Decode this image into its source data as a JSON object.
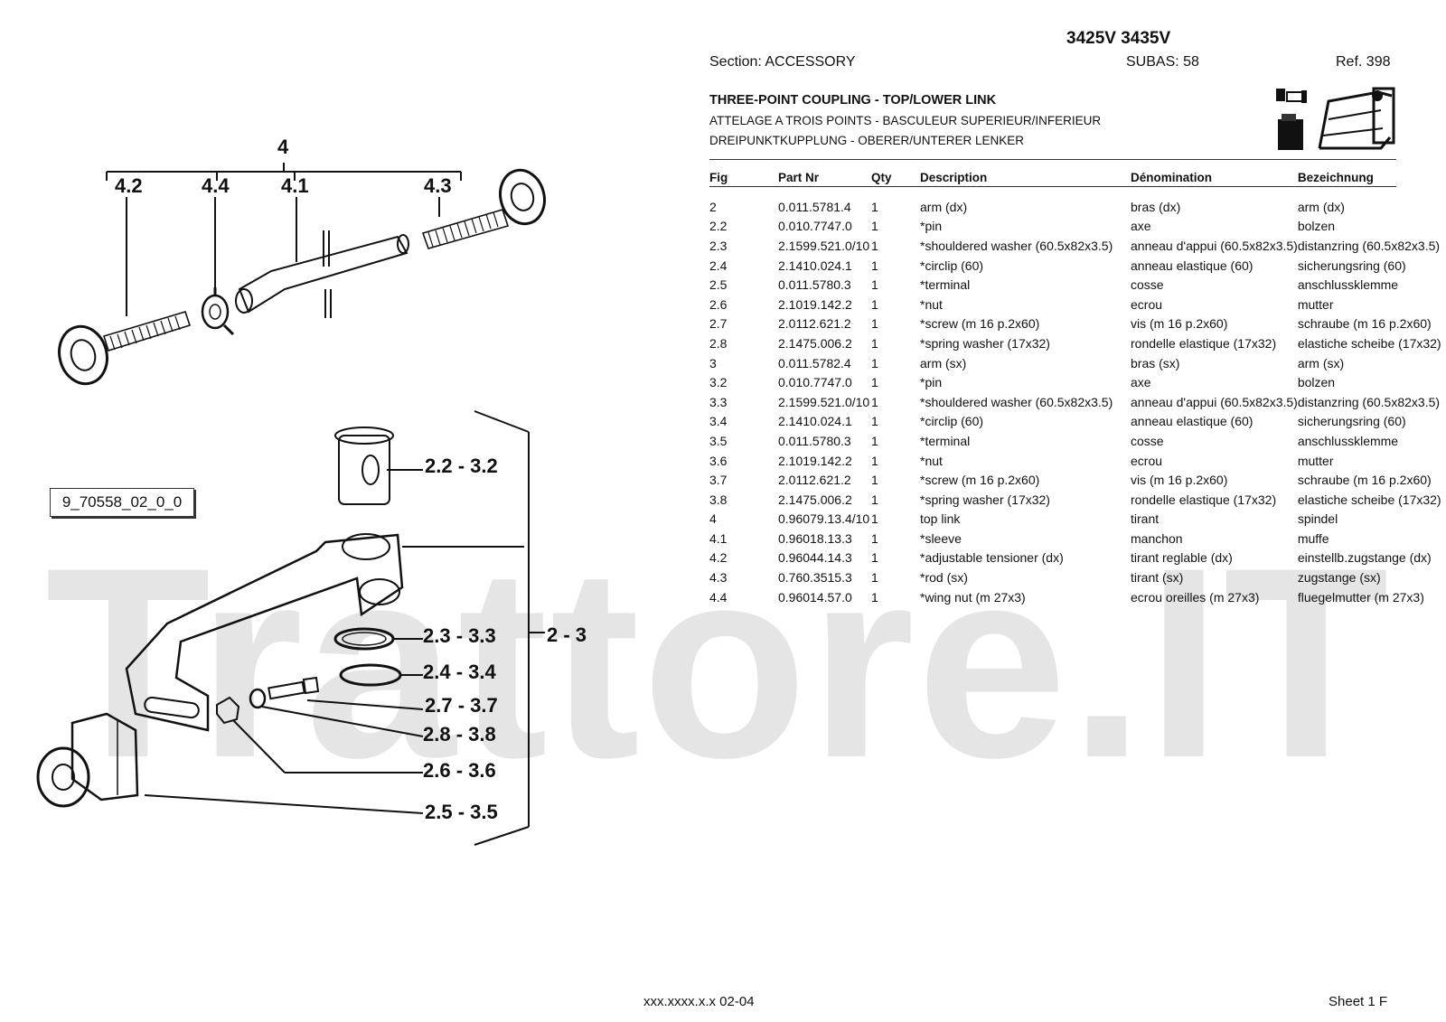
{
  "header": {
    "model": "3425V 3435V",
    "section": "Section: ACCESSORY",
    "subas": "SUBAS: 58",
    "ref": "Ref. 398"
  },
  "title": {
    "en": "THREE-POINT COUPLING - TOP/LOWER LINK",
    "fr": "ATTELAGE A TROIS POINTS - BASCULEUR SUPERIEUR/INFERIEUR",
    "de": "DREIPUNKTKUPPLUNG - OBERER/UNTERER LENKER"
  },
  "table": {
    "headers": [
      "Fig",
      "Part Nr",
      "Qty",
      "Description",
      "Dénomination",
      "Bezeichnung"
    ],
    "rows": [
      [
        "2",
        "0.011.5781.4",
        "1",
        "arm (dx)",
        "bras (dx)",
        "arm (dx)"
      ],
      [
        "2.2",
        "0.010.7747.0",
        "1",
        "*pin",
        "axe",
        "bolzen"
      ],
      [
        "2.3",
        "2.1599.521.0/10",
        "1",
        "*shouldered washer (60.5x82x3.5)",
        "anneau d'appui (60.5x82x3.5)",
        "distanzring (60.5x82x3.5)"
      ],
      [
        "2.4",
        "2.1410.024.1",
        "1",
        "*circlip (60)",
        "anneau elastique (60)",
        "sicherungsring (60)"
      ],
      [
        "2.5",
        "0.011.5780.3",
        "1",
        "*terminal",
        "cosse",
        "anschlussklemme"
      ],
      [
        "2.6",
        "2.1019.142.2",
        "1",
        "*nut",
        "ecrou",
        "mutter"
      ],
      [
        "2.7",
        "2.0112.621.2",
        "1",
        "*screw (m 16 p.2x60)",
        "vis (m 16 p.2x60)",
        "schraube (m 16 p.2x60)"
      ],
      [
        "2.8",
        "2.1475.006.2",
        "1",
        "*spring washer (17x32)",
        "rondelle elastique (17x32)",
        "elastiche scheibe (17x32)"
      ],
      [
        "3",
        "0.011.5782.4",
        "1",
        "arm (sx)",
        "bras (sx)",
        "arm (sx)"
      ],
      [
        "3.2",
        "0.010.7747.0",
        "1",
        "*pin",
        "axe",
        "bolzen"
      ],
      [
        "3.3",
        "2.1599.521.0/10",
        "1",
        "*shouldered washer (60.5x82x3.5)",
        "anneau d'appui (60.5x82x3.5)",
        "distanzring (60.5x82x3.5)"
      ],
      [
        "3.4",
        "2.1410.024.1",
        "1",
        "*circlip (60)",
        "anneau elastique (60)",
        "sicherungsring (60)"
      ],
      [
        "3.5",
        "0.011.5780.3",
        "1",
        "*terminal",
        "cosse",
        "anschlussklemme"
      ],
      [
        "3.6",
        "2.1019.142.2",
        "1",
        "*nut",
        "ecrou",
        "mutter"
      ],
      [
        "3.7",
        "2.0112.621.2",
        "1",
        "*screw (m 16 p.2x60)",
        "vis (m 16 p.2x60)",
        "schraube (m 16 p.2x60)"
      ],
      [
        "3.8",
        "2.1475.006.2",
        "1",
        "*spring washer (17x32)",
        "rondelle elastique (17x32)",
        "elastiche scheibe (17x32)"
      ],
      [
        "4",
        "0.96079.13.4/10",
        "1",
        "top link",
        "tirant",
        "spindel"
      ],
      [
        "4.1",
        "0.96018.13.3",
        "1",
        "*sleeve",
        "manchon",
        "muffe"
      ],
      [
        "4.2",
        "0.96044.14.3",
        "1",
        "*adjustable tensioner (dx)",
        "tirant reglable (dx)",
        "einstellb.zugstange (dx)"
      ],
      [
        "4.3",
        "0.760.3515.3",
        "1",
        "*rod (sx)",
        "tirant (sx)",
        "zugstange (sx)"
      ],
      [
        "4.4",
        "0.96014.57.0",
        "1",
        "*wing nut (m 27x3)",
        "ecrou oreilles (m 27x3)",
        "fluegelmutter (m 27x3)"
      ]
    ]
  },
  "drawing": {
    "code": "9_70558_02_0_0",
    "watermark": "Trattore.IT",
    "callouts": {
      "top": "4",
      "c42": "4.2",
      "c44": "4.4",
      "c41": "4.1",
      "c43": "4.3",
      "c22": "2.2 - 3.2",
      "c23": "2.3 - 3.3",
      "c24": "2.4 - 3.4",
      "c27": "2.7 - 3.7",
      "c28": "2.8 - 3.8",
      "c26": "2.6 - 3.6",
      "c25": "2.5 - 3.5",
      "c2": "2 - 3"
    }
  },
  "footer": {
    "code": "xxx.xxxx.x.x  02-04",
    "sheet": "Sheet 1 F"
  }
}
